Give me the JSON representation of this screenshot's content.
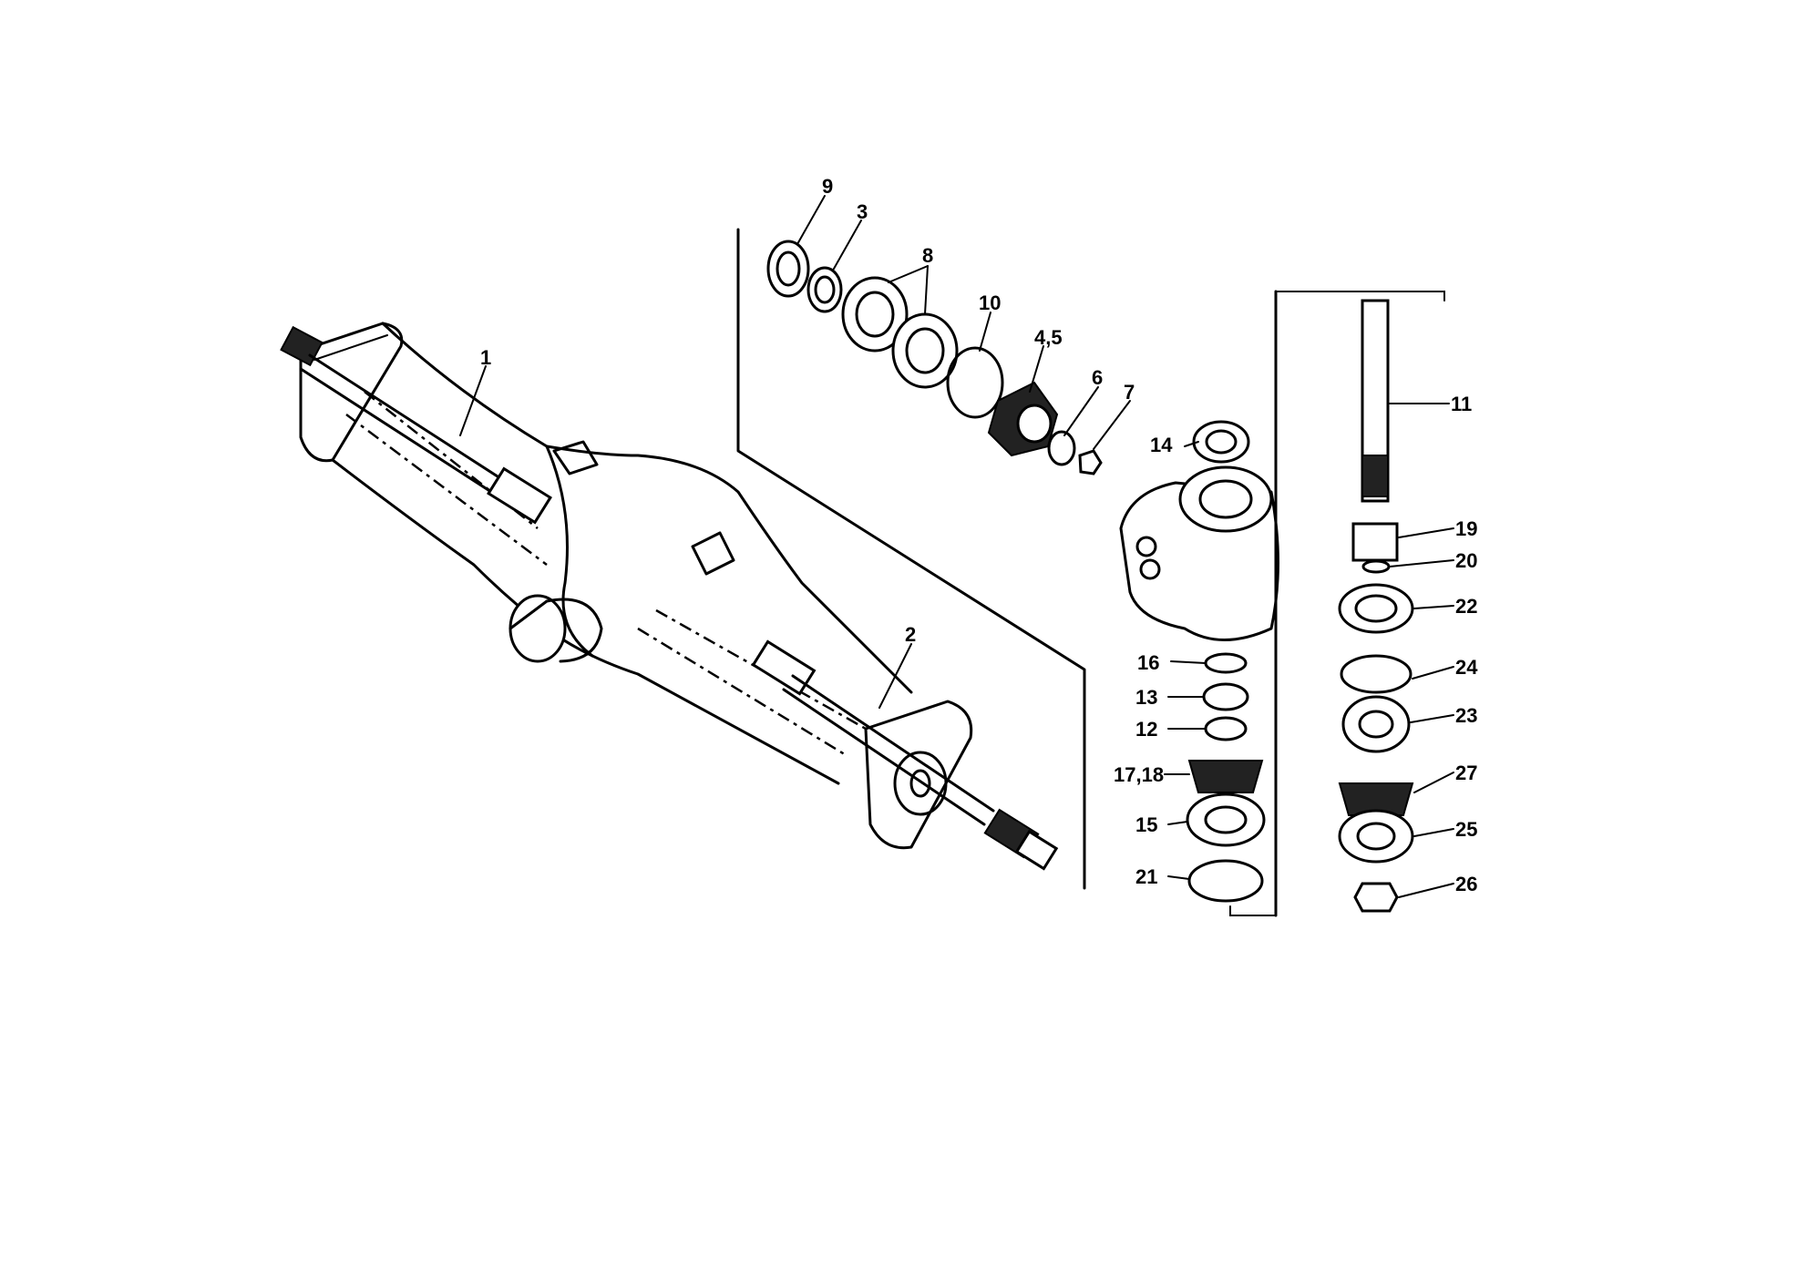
{
  "diagram": {
    "labels": {
      "p1": "1",
      "p2": "2",
      "p3": "3",
      "p45": "4,5",
      "p6": "6",
      "p7": "7",
      "p8": "8",
      "p9": "9",
      "p10": "10",
      "p11": "11",
      "p12": "12",
      "p13": "13",
      "p14": "14",
      "p15": "15",
      "p16": "16",
      "p1718": "17,18",
      "p19": "19",
      "p20": "20",
      "p21": "21",
      "p22": "22",
      "p23": "23",
      "p24": "24",
      "p25": "25",
      "p26": "26",
      "p27": "27"
    }
  }
}
